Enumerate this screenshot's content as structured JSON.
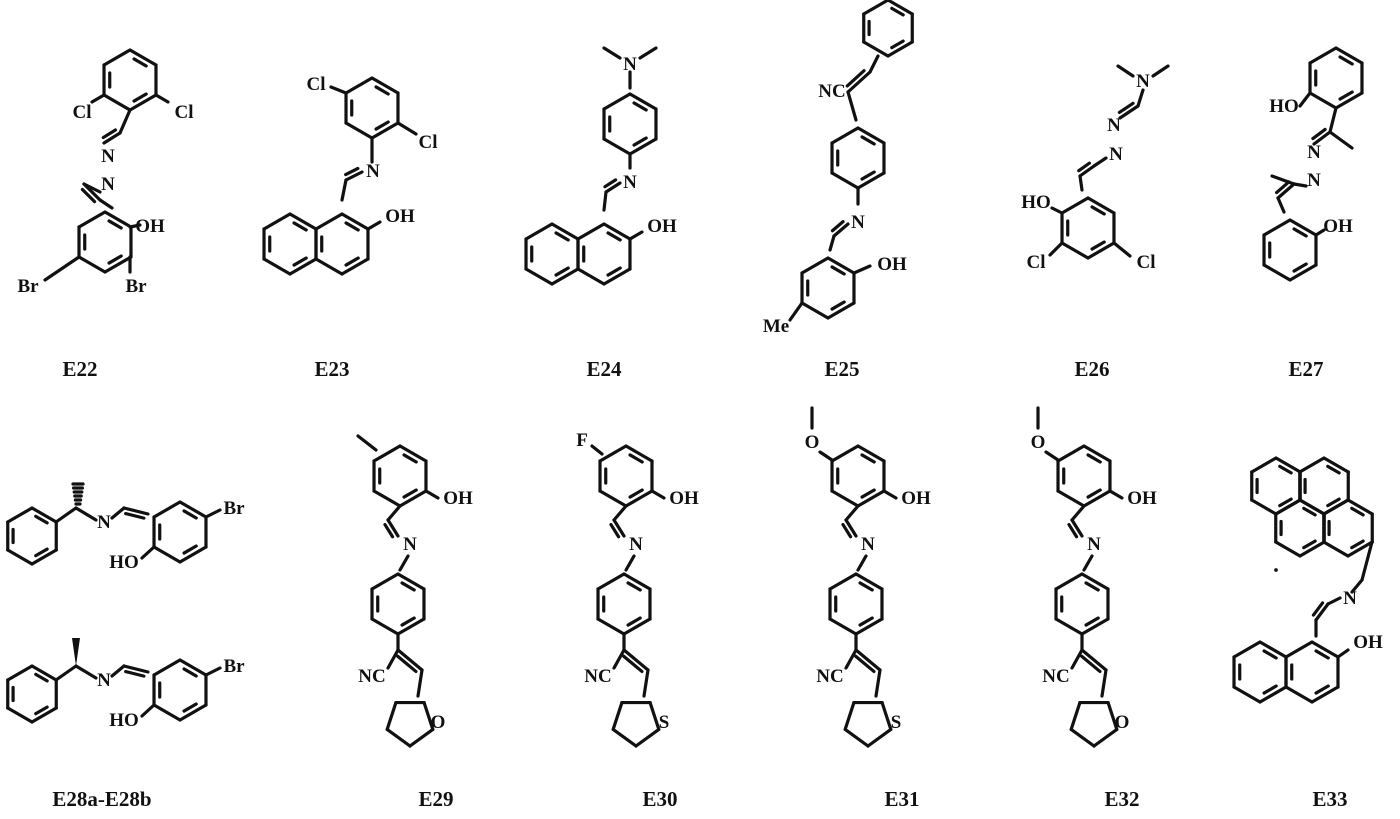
{
  "figure": {
    "compounds": [
      {
        "id": "E22",
        "label": "E22",
        "atoms": [
          "Cl",
          "Cl",
          "N",
          "N",
          "OH",
          "Br",
          "Br"
        ]
      },
      {
        "id": "E23",
        "label": "E23",
        "atoms": [
          "Cl",
          "N",
          "Cl",
          "OH"
        ]
      },
      {
        "id": "E24",
        "label": "E24",
        "atoms": [
          "N",
          "N",
          "OH"
        ]
      },
      {
        "id": "E25",
        "label": "E25",
        "atoms": [
          "NC",
          "N",
          "OH",
          "Me"
        ]
      },
      {
        "id": "E26",
        "label": "E26",
        "atoms": [
          "N",
          "N",
          "N",
          "HO",
          "Cl",
          "Cl"
        ]
      },
      {
        "id": "E27",
        "label": "E27",
        "atoms": [
          "HO",
          "N",
          "N",
          "OH"
        ]
      },
      {
        "id": "E28",
        "label": "E28a-E28b",
        "atoms": [
          "N",
          "Br",
          "HO",
          "N",
          "Br",
          "HO"
        ]
      },
      {
        "id": "E29",
        "label": "E29",
        "atoms": [
          "OH",
          "N",
          "NC",
          "O"
        ]
      },
      {
        "id": "E30",
        "label": "E30",
        "atoms": [
          "F",
          "OH",
          "N",
          "NC",
          "S"
        ]
      },
      {
        "id": "E31",
        "label": "E31",
        "atoms": [
          "O",
          "OH",
          "N",
          "NC",
          "S"
        ]
      },
      {
        "id": "E32",
        "label": "E32",
        "atoms": [
          "O",
          "OH",
          "N",
          "NC",
          "O"
        ]
      },
      {
        "id": "E33",
        "label": "E33",
        "atoms": [
          "N",
          "OH"
        ]
      }
    ]
  }
}
